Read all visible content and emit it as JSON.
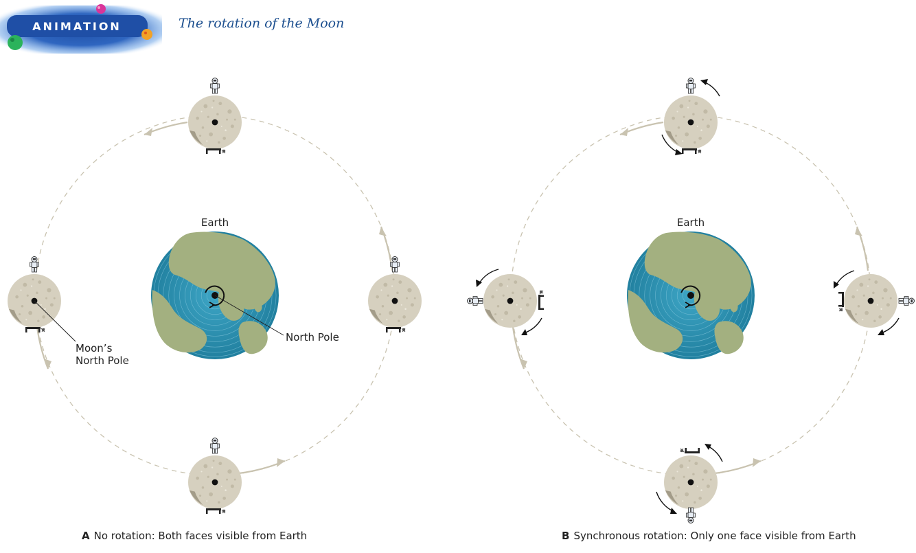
{
  "header": {
    "badge_text": "ANIMATION",
    "title": "The rotation of the Moon"
  },
  "panels": [
    {
      "letter": "A",
      "caption": "No rotation:  Both faces visible from Earth",
      "earth_label": "Earth",
      "north_pole_label": "North Pole",
      "moon_pole_label_line1": "Moon’s",
      "moon_pole_label_line2": "North Pole"
    },
    {
      "letter": "B",
      "caption": "Synchronous rotation:  Only one face visible from Earth",
      "earth_label": "Earth"
    }
  ],
  "colors": {
    "orbit": "#c9c3b0",
    "moon": "#d6d0bf",
    "moon_rock": "#c1baa6",
    "ocean": "#2a8fae",
    "land": "#a3b080",
    "badge_blue": "#1f4fa6",
    "title": "#1c4f8f"
  },
  "icons": [
    "astronaut-icon",
    "rover-icon",
    "rotation-arrow-icon",
    "orbit-arrow-icon"
  ]
}
